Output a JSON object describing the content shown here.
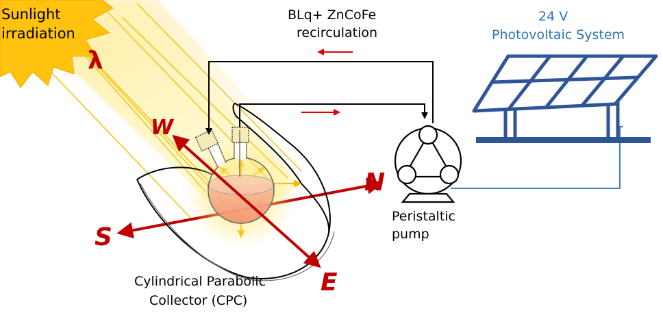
{
  "labels": {
    "sunlight_line1": "Sunlight",
    "sunlight_line2": "irradiation",
    "lambda": "λ",
    "recirc_line1": "BLq+ ZnCoFe",
    "recirc_line2": "recirculation",
    "pv_line1": "24 V",
    "pv_line2": "Photovoltaic System",
    "pump_line1": "Peristaltic",
    "pump_line2": "pump",
    "cpc_line1": "Cylindrical Parabolic",
    "cpc_line2": "Collector (CPC)"
  },
  "compass": {
    "north": "N",
    "south": "S",
    "east": "E",
    "west": "W"
  },
  "colors": {
    "sun": "#FFC20E",
    "compass_arrow": "#C00000",
    "flow_arrow": "#E00000",
    "pv_panel": "#2F5597",
    "pv_text": "#2E75B6",
    "pipe": "#000000",
    "liquid": "#F4A58A"
  }
}
